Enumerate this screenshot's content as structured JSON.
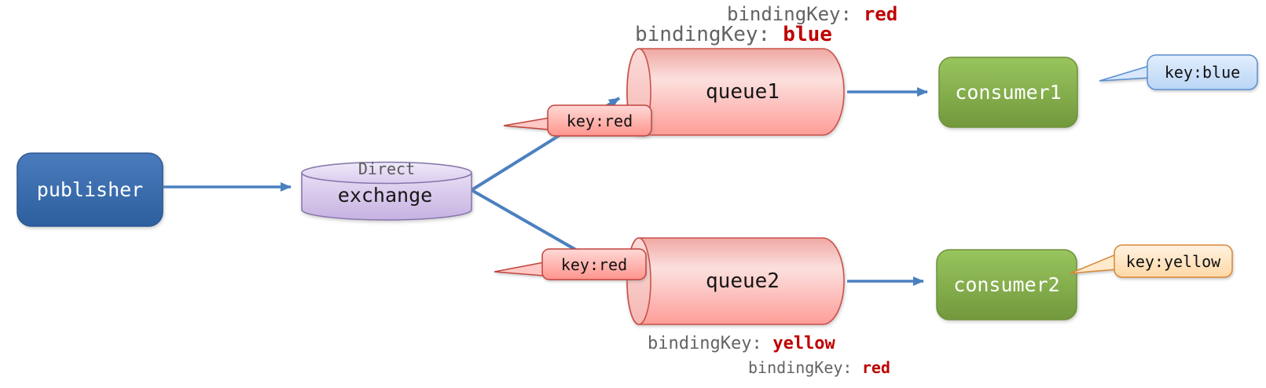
{
  "diagram": {
    "background": "#ffffff",
    "arrow_color": "#4b80c0",
    "nodes": {
      "publisher": {
        "label": "publisher",
        "fill": "#3a6fb0",
        "text_color": "#ffffff"
      },
      "exchange": {
        "type_label": "Direct",
        "label": "exchange",
        "fill": "#d5c4ea",
        "type_text_color": "#595959"
      },
      "queue1": {
        "label": "queue1",
        "fill": "#fbc6c3"
      },
      "queue2": {
        "label": "queue2",
        "fill": "#fbc6c3"
      },
      "consumer1": {
        "label": "consumer1",
        "fill": "#86b04b",
        "text_color": "#ffffff"
      },
      "consumer2": {
        "label": "consumer2",
        "fill": "#86b04b",
        "text_color": "#ffffff"
      }
    },
    "edge_labels": {
      "exchange_to_queue1": "key:red",
      "exchange_to_queue2": "key:red",
      "bubble_fill": "#ffb3ae",
      "bubble_border": "#c1443e"
    },
    "callouts": {
      "consumer1": {
        "label": "key:blue",
        "fill": "#cddff7",
        "border": "#5b8fd0"
      },
      "consumer2": {
        "label": "key:yellow",
        "fill": "#ffe4bc",
        "border": "#d8883a"
      }
    },
    "annotations": {
      "queue1_line1": {
        "prefix": "bindingKey:",
        "value": "red"
      },
      "queue1_line2": {
        "prefix": "bindingKey:",
        "value": "blue"
      },
      "queue2_line1": {
        "prefix": "bindingKey:",
        "value": "yellow"
      },
      "queue2_line2": {
        "prefix": "bindingKey:",
        "value": "red"
      }
    },
    "annotation_colors": {
      "prefix": "#636363",
      "value": "#bf0000"
    }
  }
}
